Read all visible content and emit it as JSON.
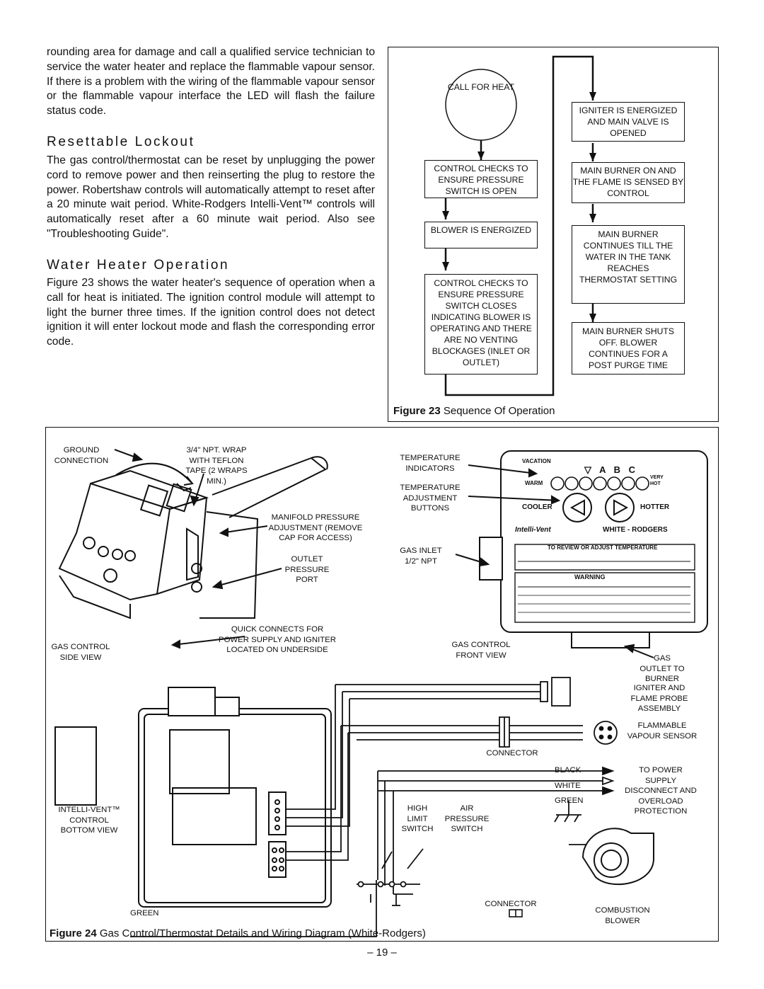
{
  "body_text": {
    "intro": "rounding area for damage and call a qualified service technician to service the water heater and replace the flammable vapour sensor. If there is a problem with the wiring of the flammable vapour sensor or the flammable vapour interface the LED will flash the failure status code.",
    "resettable_heading": "Resettable Lockout",
    "resettable_text": "The gas control/thermostat can be reset by unplugging the power cord to remove power and then reinserting the plug to restore the power. Robertshaw controls will automatically attempt to reset after a 20 minute wait period. White-Rodgers Intelli-Vent™ controls will automatically reset after a 60 minute wait period. Also see \"Troubleshooting Guide\".",
    "operation_heading": "Water Heater Operation",
    "operation_text": "Figure 23 shows the water heater's sequence of operation when a call for heat is initiated. The ignition control module will attempt to light the burner three times. If the ignition control does not detect ignition it will enter lockout mode and flash the corresponding error code."
  },
  "figure23": {
    "start": "CALL FOR HEAT",
    "left_steps": [
      "CONTROL CHECKS TO ENSURE PRESSURE SWITCH IS OPEN",
      "BLOWER IS ENERGIZED",
      "CONTROL CHECKS TO ENSURE PRESSURE SWITCH CLOSES INDICATING BLOWER IS OPERATING AND THERE ARE NO VENTING BLOCKAGES (INLET OR OUTLET)"
    ],
    "right_steps": [
      "IGNITER IS ENERGIZED AND MAIN VALVE IS OPENED",
      "MAIN BURNER ON AND THE FLAME IS SENSED BY CONTROL",
      "MAIN BURNER CONTINUES TILL THE WATER IN THE TANK REACHES THERMOSTAT SETTING",
      "MAIN BURNER SHUTS OFF. BLOWER CONTINUES FOR A POST PURGE TIME"
    ],
    "caption_label": "Figure 23",
    "caption_text": "Sequence Of Operation"
  },
  "figure24": {
    "labels": {
      "ground_connection": "GROUND CONNECTION",
      "npt_wrap": "3/4\" NPT. WRAP WITH TEFLON TAPE (2 WRAPS MIN.)",
      "manifold_pressure": "MANIFOLD PRESSURE ADJUSTMENT (REMOVE CAP FOR ACCESS)",
      "outlet_pressure": "OUTLET PRESSURE PORT",
      "quick_connects": "QUICK CONNECTS FOR POWER SUPPLY AND IGNITER LOCATED ON UNDERSIDE",
      "side_view": "GAS CONTROL SIDE VIEW",
      "temp_indicators": "TEMPERATURE INDICATORS",
      "temp_adjust": "TEMPERATURE ADJUSTMENT BUTTONS",
      "gas_inlet": "GAS INLET 1/2\" NPT",
      "front_view": "GAS CONTROL FRONT VIEW",
      "gas_outlet": "GAS OUTLET TO BURNER",
      "igniter_probe": "IGNITER AND FLAME PROBE ASSEMBLY",
      "fv_sensor": "FLAMMABLE VAPOUR SENSOR",
      "connector_top": "CONNECTOR",
      "black": "BLACK",
      "white": "WHITE",
      "green": "GREEN",
      "power_supply": "TO POWER SUPPLY DISCONNECT AND OVERLOAD PROTECTION",
      "high_limit": "HIGH LIMIT SWITCH",
      "air_pressure": "AIR PRESSURE SWITCH",
      "bottom_view": "INTELLI-VENT™ CONTROL BOTTOM VIEW",
      "green_bottom": "GREEN",
      "connector_bottom": "CONNECTOR",
      "combustion_blower": "COMBUSTION BLOWER"
    },
    "panel": {
      "vacation": "VACATION",
      "warm": "WARM",
      "very_hot": "VERY HOT",
      "abc": "▽  A  B  C",
      "cooler": "COOLER",
      "hotter": "HOTTER",
      "brand_left": "Intelli-Vent",
      "brand_right": "WHITE - RODGERS",
      "instr_title": "TO REVIEW OR ADJUST TEMPERATURE",
      "warning": "WARNING"
    },
    "caption_label": "Figure 24",
    "caption_text": "Gas Control/Thermostat Details and Wiring Diagram (White-Rodgers)"
  },
  "page_number": "– 19 –"
}
